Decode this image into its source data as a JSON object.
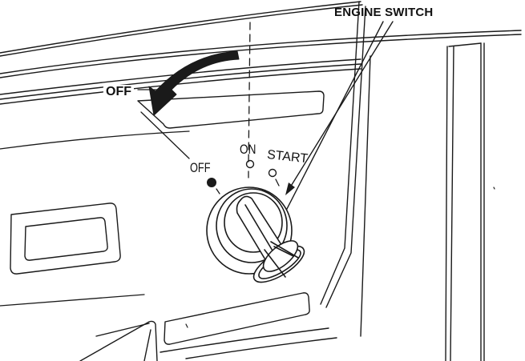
{
  "labels": {
    "engine_switch": "ENGINE SWITCH",
    "off_arrow": "OFF",
    "position_off": "OFF",
    "position_on": "ON",
    "position_start": "START"
  },
  "colors": {
    "line": "#1a1a1a",
    "background": "#ffffff"
  },
  "icons": {
    "rotation_arrow": "curved-arrow-counterclockwise-icon",
    "indicator_dot": "filled-dot-icon"
  }
}
